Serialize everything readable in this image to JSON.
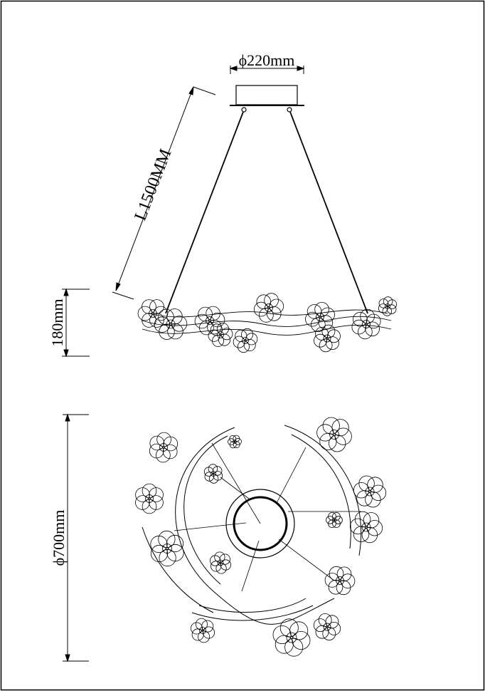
{
  "dimensions": {
    "canopy_diameter": "ϕ220mm",
    "cable_length": "L1500MM",
    "height": "180mm",
    "ring_diameter": "ϕ700mm"
  },
  "colors": {
    "line": "#000000",
    "background": "#ffffff"
  }
}
